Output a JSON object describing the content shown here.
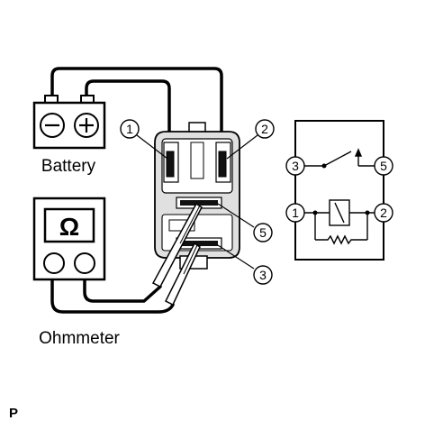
{
  "labels": {
    "battery": "Battery",
    "ohmmeter": "Ohmmeter",
    "ohm_symbol": "Ω",
    "corner_mark": "P"
  },
  "terminals": {
    "t1": "1",
    "t2": "2",
    "t3": "3",
    "t5": "5"
  },
  "schematic_terminals": {
    "left_top": "3",
    "right_top": "5",
    "left_bottom": "1",
    "right_bottom": "2"
  },
  "battery_symbols": {
    "negative": "−",
    "positive": "+"
  },
  "colors": {
    "ink": "#000000",
    "relay_fill": "#e0e0e0",
    "background": "#ffffff"
  }
}
